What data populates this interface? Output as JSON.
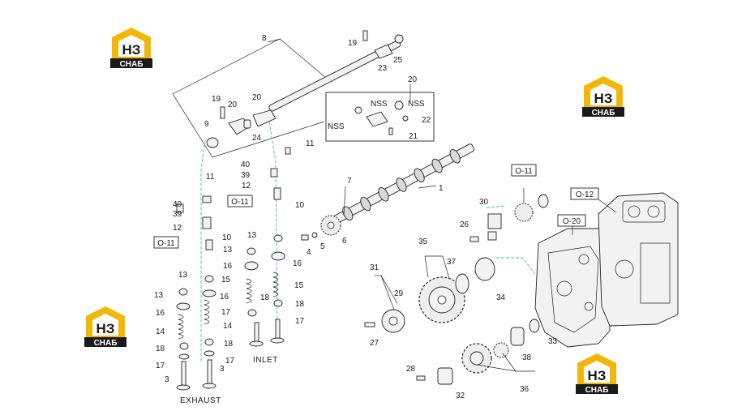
{
  "logo": {
    "mark": "НЗ",
    "word": "СНАБ",
    "accent": "#f2b705",
    "dark": "#1a1a1a"
  },
  "captions": {
    "exhaust": "EXHAUST",
    "inlet": "INLET"
  },
  "ref_boxes": {
    "o11_a": "O-11",
    "o11_b": "O-11",
    "o11_c": "O-11",
    "o12": "O-12",
    "o20": "O-20"
  },
  "nss_labels": [
    "NSS",
    "NSS",
    "NSS"
  ],
  "callouts": {
    "n1": "1",
    "n3a": "3",
    "n3b": "3",
    "n4": "4",
    "n5": "5",
    "n6": "6",
    "n7": "7",
    "n8": "8",
    "n9": "9",
    "n10a": "10",
    "n10b": "10",
    "n11a": "11",
    "n11b": "11",
    "n12a": "12",
    "n12b": "12",
    "n13a": "13",
    "n13b": "13",
    "n13c": "13",
    "n13d": "13",
    "n14a": "14",
    "n14b": "14",
    "n15a": "15",
    "n15b": "15",
    "n16a": "16",
    "n16b": "16",
    "n16c": "16",
    "n16d": "16",
    "n17a": "17",
    "n17b": "17",
    "n17c": "17",
    "n17d": "17",
    "n18a": "18",
    "n18b": "18",
    "n18c": "18",
    "n18d": "18",
    "n19a": "19",
    "n19b": "19",
    "n20a": "20",
    "n20b": "20",
    "n20c": "20",
    "n21": "21",
    "n22": "22",
    "n23": "23",
    "n24": "24",
    "n25": "25",
    "n26": "26",
    "n27": "27",
    "n28": "28",
    "n29": "29",
    "n30": "30",
    "n31": "31",
    "n32": "32",
    "n33": "33",
    "n34": "34",
    "n35": "35",
    "n36": "36",
    "n37": "37",
    "n38": "38",
    "n39a": "39",
    "n39b": "39",
    "n40a": "40",
    "n40b": "40"
  }
}
